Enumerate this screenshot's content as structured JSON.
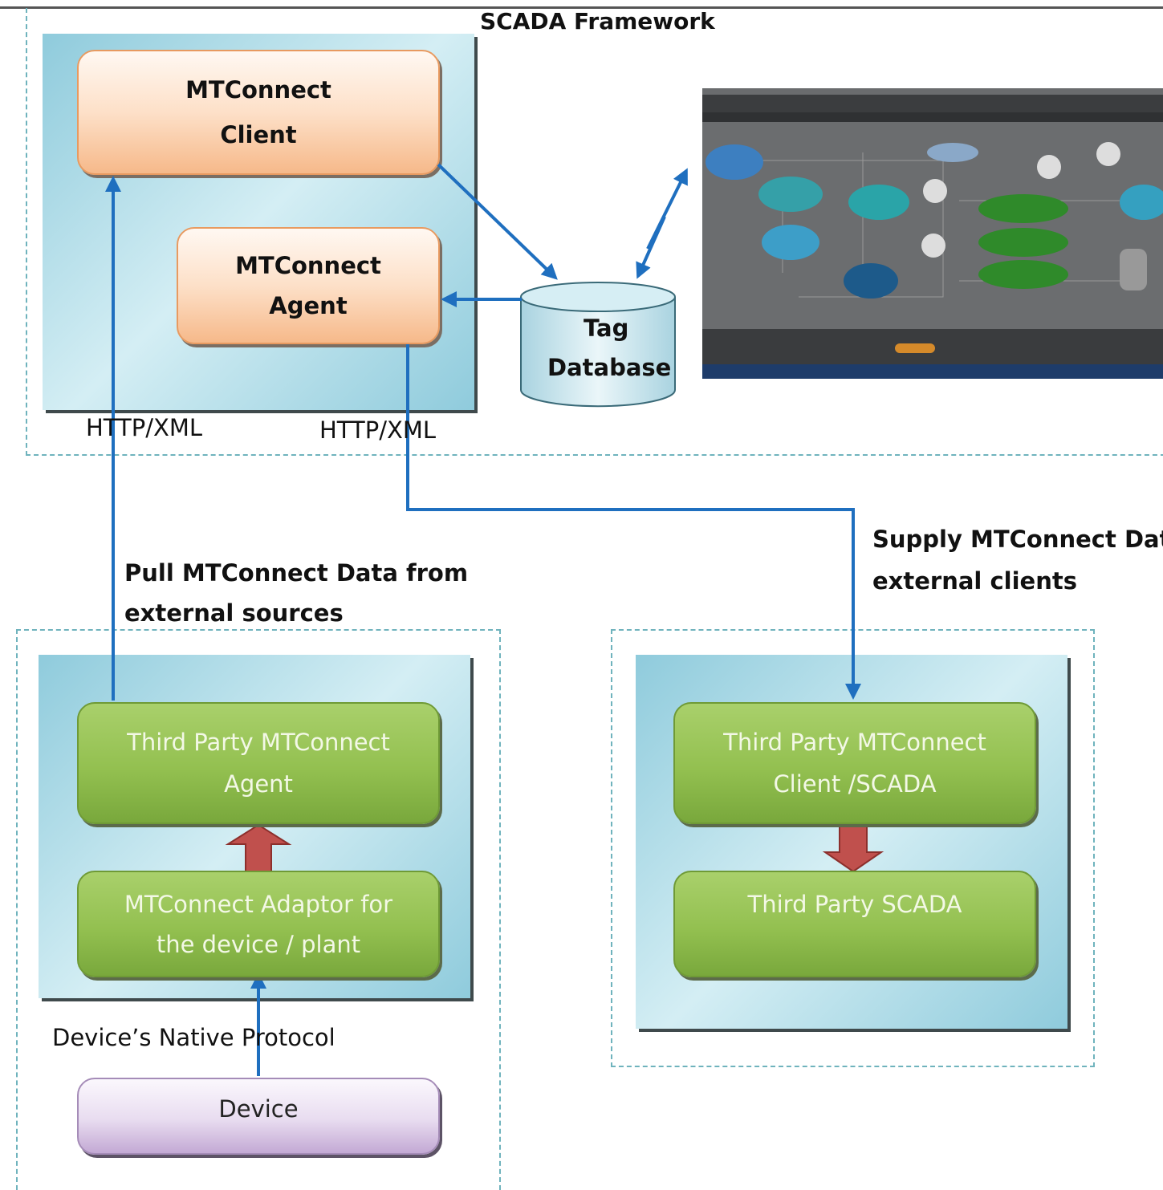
{
  "title": "SCADA Framework",
  "boxes": {
    "mtconnect_client": [
      "MTConnect",
      "Client"
    ],
    "mtconnect_agent": [
      "MTConnect",
      "Agent"
    ],
    "tag_database": [
      "Tag",
      "Database"
    ],
    "third_party_agent": [
      "Third Party MTConnect",
      "Agent"
    ],
    "adaptor": [
      "MTConnect Adaptor for",
      "the device / plant"
    ],
    "device": "Device",
    "third_party_client": [
      "Third Party MTConnect",
      "Client /SCADA"
    ],
    "third_party_scada": "Third Party SCADA"
  },
  "labels": {
    "http_xml_left": "HTTP/XML",
    "http_xml_right": "HTTP/XML",
    "pull": [
      "Pull MTConnect Data from",
      "external sources"
    ],
    "supply": [
      "Supply MTConnect Data",
      "external clients"
    ],
    "native_protocol": "Device’s Native Protocol"
  },
  "colors": {
    "arrow_blue": "#1f6fbf",
    "region_border": "#6fb3bd",
    "orange_box": "#f6b98a",
    "green_box": "#93c050",
    "purple_box": "#c3a9d4",
    "block_arrow_red": "#c0504d"
  },
  "screenshot": {
    "description_icon": "scada-hmi-screenshot-icon"
  }
}
